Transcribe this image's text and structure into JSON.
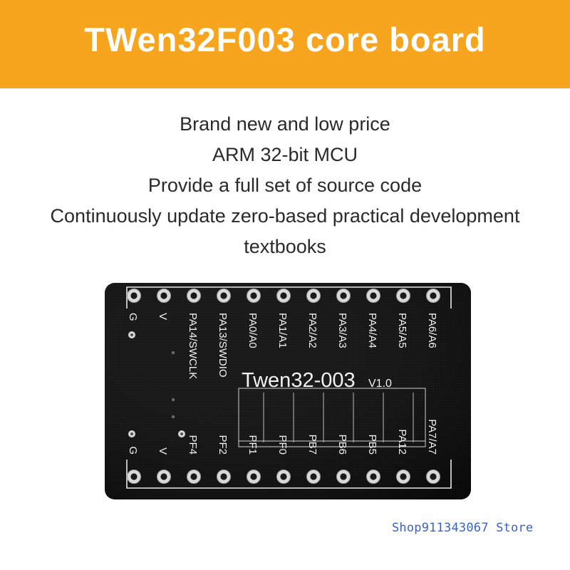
{
  "banner": {
    "title": "TWen32F003 core board",
    "color": "#f7a51e"
  },
  "features": [
    "Brand new and low price",
    "ARM 32-bit MCU",
    "Provide a full set of source code",
    "Continuously update zero-based practical development",
    "textbooks"
  ],
  "board": {
    "model_label": "Twen32-003",
    "version_label": "V1.0",
    "top_pins": [
      "G",
      "V",
      "PA14/SWCLK",
      "PA13/SWDIO",
      "PA0/A0",
      "PA1/A1",
      "PA2/A2",
      "PA3/A3",
      "PA4/A4",
      "PA5/A5",
      "PA6/A6"
    ],
    "bottom_pins": [
      "G",
      "V",
      "PF4",
      "PF2",
      "PF1",
      "PF0",
      "PB7",
      "PB6",
      "PB5",
      "PA12",
      "PA7/A7"
    ],
    "pcb_color": "#0b0b0b"
  },
  "watermark": "Shop911343067 Store"
}
